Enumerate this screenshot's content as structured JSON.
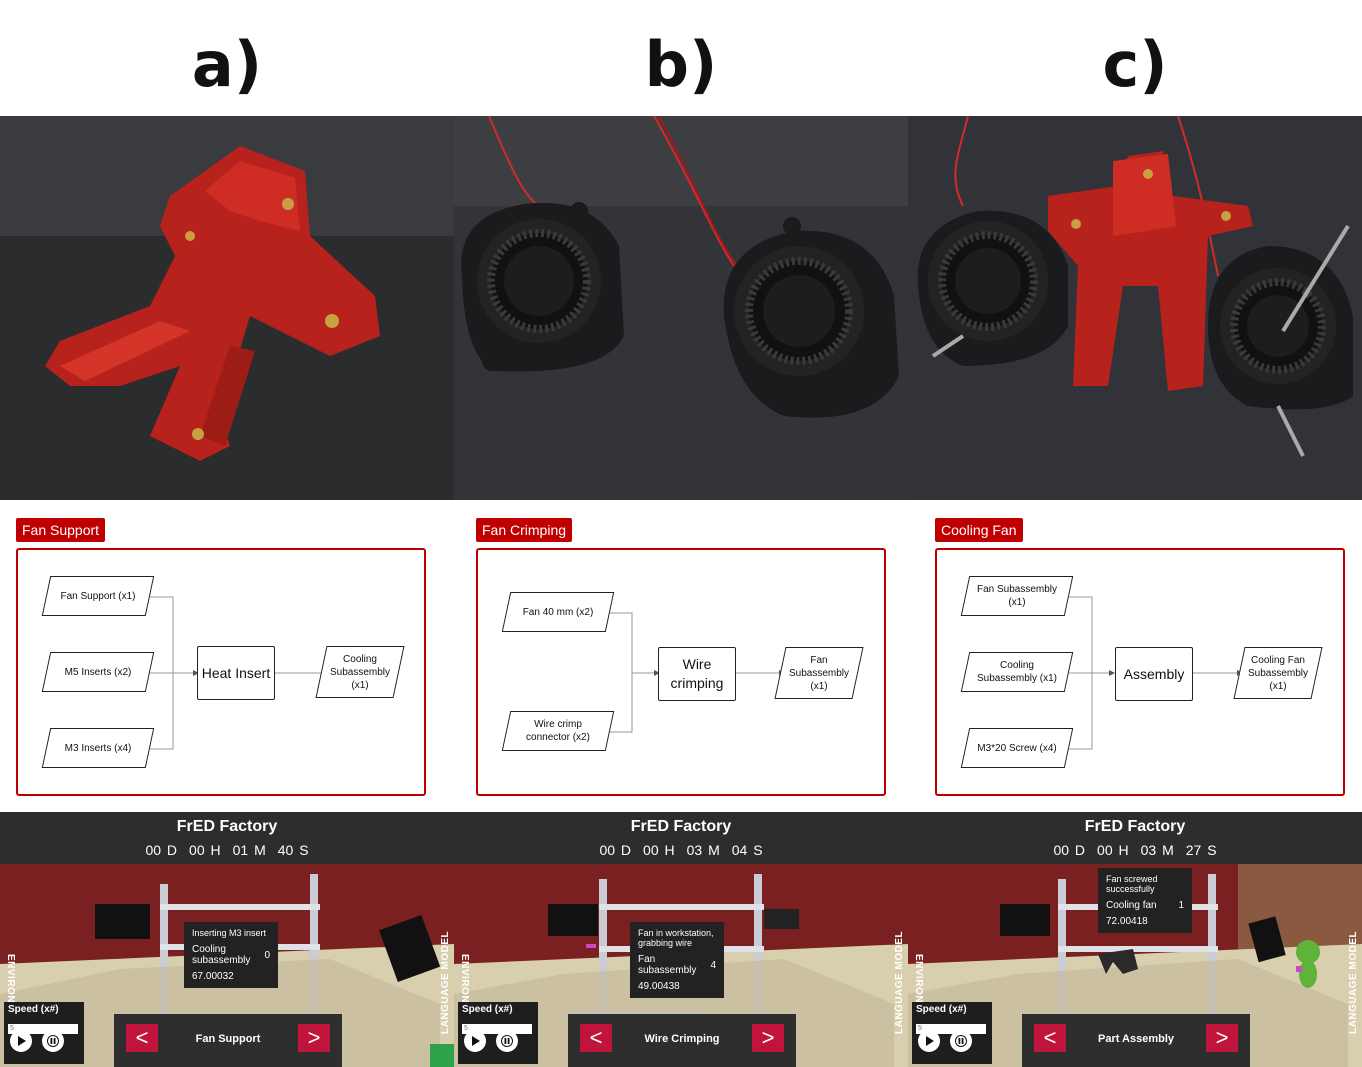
{
  "panels": [
    {
      "label": "a)",
      "flow_title": "Fan Support",
      "inputs": [
        "Fan Support (x1)",
        "M5 Inserts (x2)",
        "M3 Inserts (x4)"
      ],
      "process": "Heat Insert",
      "output": "Cooling Subassembly (x1)",
      "sim": {
        "title": "FrED Factory",
        "time": [
          "00 D",
          "00 H",
          "01 M",
          "40 S"
        ],
        "left_label": "ENVIRONMENT",
        "right_label": "LANGUAGE MODEL",
        "card_status": "Inserting M3 insert",
        "card_item": "Cooling subassembly",
        "card_count": "0",
        "card_value": "67.00032",
        "speed_label": "Speed (x#)",
        "speed_placeholder": "5",
        "prev": "<",
        "next": ">",
        "station": "Fan Support"
      }
    },
    {
      "label": "b)",
      "flow_title": "Fan Crimping",
      "inputs": [
        "Fan 40 mm (x2)",
        "Wire crimp connector (x2)"
      ],
      "process": "Wire crimping",
      "output": "Fan Subassembly (x1)",
      "sim": {
        "title": "FrED Factory",
        "time": [
          "00 D",
          "00 H",
          "03 M",
          "04 S"
        ],
        "left_label": "ENVIRONMENT",
        "right_label": "LANGUAGE MODEL",
        "card_status": "Fan in workstation, grabbing wire",
        "card_item": "Fan subassembly",
        "card_count": "4",
        "card_value": "49.00438",
        "speed_label": "Speed (x#)",
        "speed_placeholder": "5",
        "prev": "<",
        "next": ">",
        "station": "Wire Crimping"
      }
    },
    {
      "label": "c)",
      "flow_title": "Cooling Fan",
      "inputs": [
        "Fan Subassembly (x1)",
        "Cooling Subassembly (x1)",
        "M3*20 Screw (x4)"
      ],
      "process": "Assembly",
      "output": "Cooling Fan Subassembly (x1)",
      "sim": {
        "title": "FrED Factory",
        "time": [
          "00 D",
          "00 H",
          "03 M",
          "27 S"
        ],
        "left_label": "ENVIRONMENT",
        "right_label": "LANGUAGE MODEL",
        "card_status": "Fan screwed successfully",
        "card_item": "Cooling fan",
        "card_count": "1",
        "card_value": "72.00418",
        "speed_label": "Speed (x#)",
        "speed_placeholder": "5",
        "prev": "<",
        "next": ">",
        "station": "Part Assembly"
      }
    }
  ],
  "colors": {
    "accent": "#c00000",
    "nav_button": "#c0143c",
    "part_red": "#b8221c",
    "wall": "#7a2020"
  }
}
